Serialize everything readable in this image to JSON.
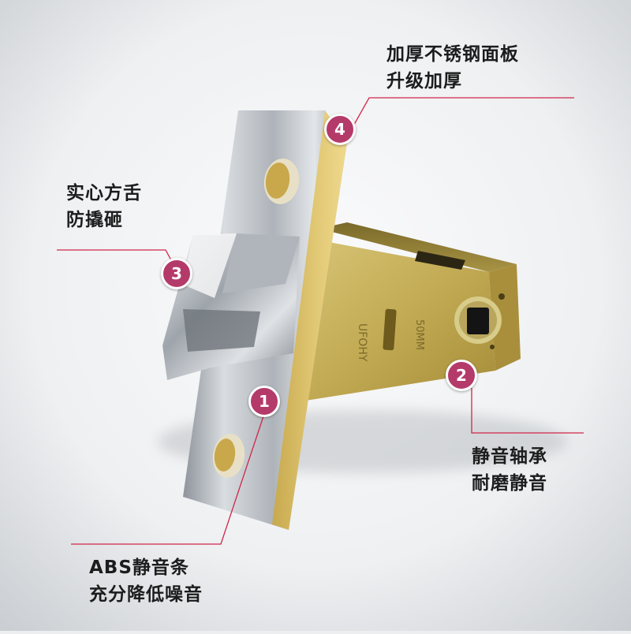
{
  "callouts": {
    "c1": {
      "number": "1",
      "line1": "ABS静音条",
      "line2": "充分降低噪音"
    },
    "c2": {
      "number": "2",
      "line1": "静音轴承",
      "line2": "耐磨静音"
    },
    "c3": {
      "number": "3",
      "line1": "实心方舌",
      "line2": "防撬砸"
    },
    "c4": {
      "number": "4",
      "line1": "加厚不锈钢面板",
      "line2": "升级加厚"
    }
  },
  "colors": {
    "badge": "#b43a6a",
    "leader_line": "#d0264a",
    "background": "#eceef0",
    "steel": "#b9bec4",
    "brass": "#c9b25a"
  },
  "case_stamp": {
    "brand_text": "UFOHY",
    "size_text": "50MM"
  }
}
